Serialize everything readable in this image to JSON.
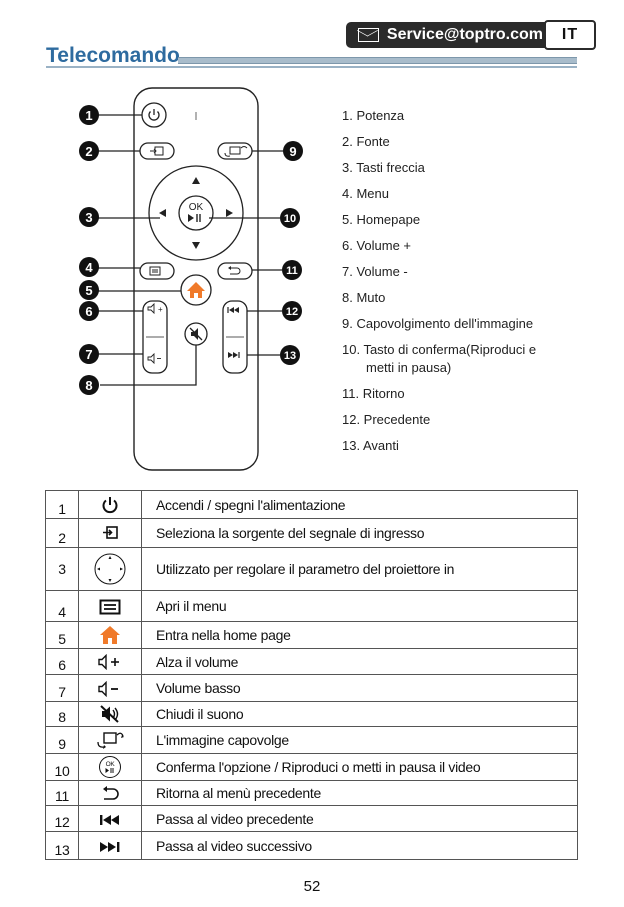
{
  "header": {
    "service_email": "Service@toptro.com",
    "language": "IT",
    "section_title": "Telecomando"
  },
  "callouts": [
    "1",
    "2",
    "3",
    "4",
    "5",
    "6",
    "7",
    "8",
    "9",
    "10",
    "11",
    "12",
    "13"
  ],
  "remote_button_labels": {
    "ok": "OK"
  },
  "legend": [
    "1. Potenza",
    "2. Fonte",
    "3. Tasti freccia",
    "4. Menu",
    "5. Homepape",
    "6. Volume +",
    "7. Volume -",
    "8. Muto",
    "9. Capovolgimento dell'immagine",
    "10. Tasto di conferma(Riproduci e",
    "metti in pausa)",
    "11. Ritorno",
    "12. Precedente",
    "13. Avanti"
  ],
  "functions_table": [
    {
      "num": "1",
      "icon": "power-icon",
      "desc": "Accendi / spegni l'alimentazione"
    },
    {
      "num": "2",
      "icon": "source-icon",
      "desc": "Seleziona la sorgente del segnale di ingresso"
    },
    {
      "num": "3",
      "icon": "dpad-icon",
      "desc": "Utilizzato per regolare il parametro del proiettore in"
    },
    {
      "num": "4",
      "icon": "menu-icon",
      "desc": "Apri il menu"
    },
    {
      "num": "5",
      "icon": "home-icon",
      "desc": "Entra nella home page"
    },
    {
      "num": "6",
      "icon": "volume-up-icon",
      "desc": "Alza il volume"
    },
    {
      "num": "7",
      "icon": "volume-down-icon",
      "desc": "Volume basso"
    },
    {
      "num": "8",
      "icon": "mute-icon",
      "desc": "Chiudi il suono"
    },
    {
      "num": "9",
      "icon": "flip-image-icon",
      "desc": "L'immagine capovolge"
    },
    {
      "num": "10",
      "icon": "ok-play-pause-icon",
      "desc": "Conferma l'opzione / Riproduci o metti in pausa il video"
    },
    {
      "num": "11",
      "icon": "return-icon",
      "desc": "Ritorna al menù precedente"
    },
    {
      "num": "12",
      "icon": "previous-icon",
      "desc": "Passa al video precedente"
    },
    {
      "num": "13",
      "icon": "next-icon",
      "desc": "Passa al video successivo"
    }
  ],
  "page_number": "52",
  "colors": {
    "title": "#2e6b9f",
    "home": "#f07a2a",
    "callout": "#111111"
  }
}
